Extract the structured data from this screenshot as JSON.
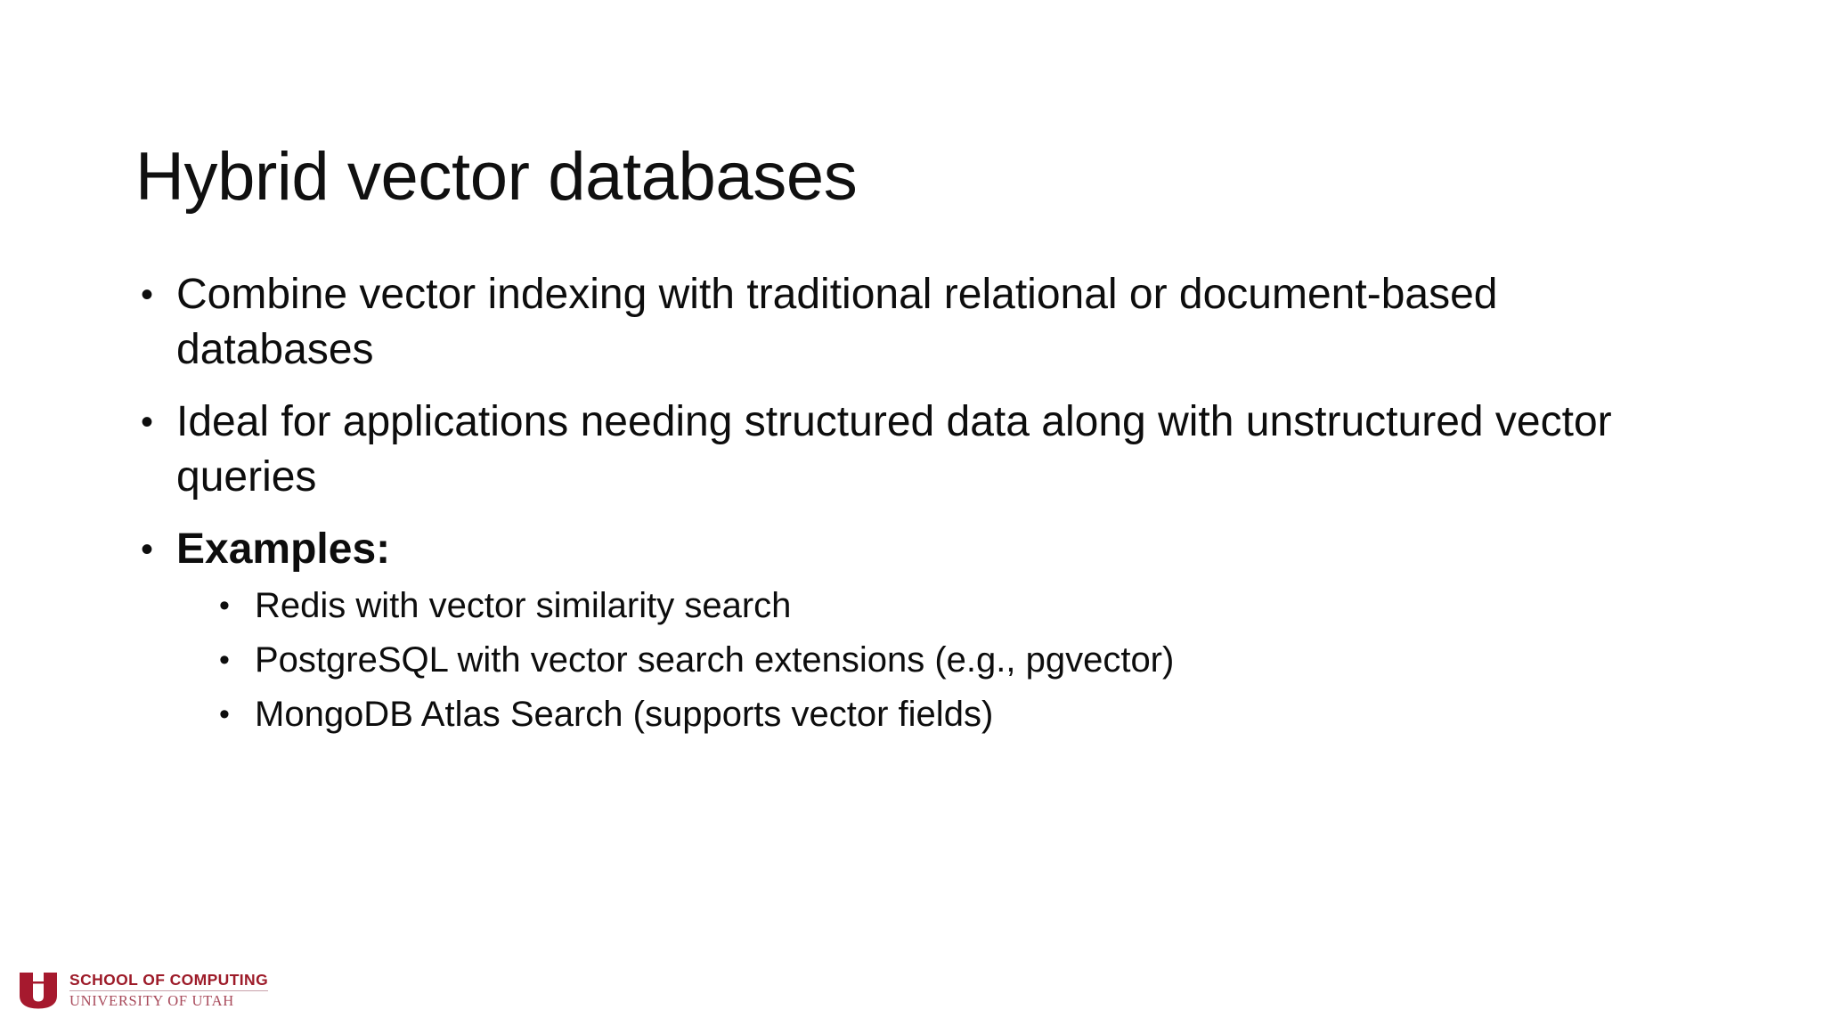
{
  "slide": {
    "title": "Hybrid vector databases",
    "background_color": "#ffffff",
    "text_color": "#0d0d0d"
  },
  "content": {
    "bullets": [
      {
        "level": 1,
        "marker": "•",
        "text": "Combine vector indexing with traditional relational or document-based databases",
        "bold": false
      },
      {
        "level": 1,
        "marker": "•",
        "text": "Ideal for applications needing structured data along with unstructured vector queries",
        "bold": false
      },
      {
        "level": 1,
        "marker": "•",
        "text": "Examples:",
        "bold": true
      }
    ],
    "sub_bullets": [
      {
        "level": 2,
        "marker": "•",
        "text": "Redis with vector similarity search"
      },
      {
        "level": 2,
        "marker": "•",
        "text": "PostgreSQL with vector search extensions (e.g., pgvector)"
      },
      {
        "level": 2,
        "marker": "•",
        "text": "MongoDB Atlas Search (supports vector fields)"
      }
    ]
  },
  "footer": {
    "logo": {
      "mark": "block-u-icon",
      "line1": "SCHOOL OF COMPUTING",
      "line2": "UNIVERSITY OF UTAH",
      "mark_color": "#a6192e",
      "line1_color": "#9d1b29",
      "line2_color": "#a8495a"
    }
  }
}
